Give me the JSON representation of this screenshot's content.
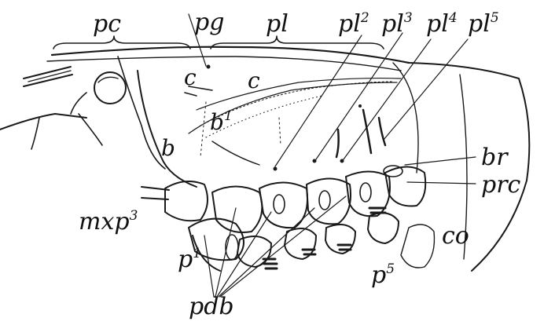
{
  "figure": {
    "labels": {
      "pc": "pc",
      "pg": "pg",
      "pl": "pl",
      "c_upper": "c",
      "c_lower": "c",
      "b": "b",
      "b1_base": "b",
      "b1_sup": "1",
      "pl2_base": "pl",
      "pl2_sup": "2",
      "pl3_base": "pl",
      "pl3_sup": "3",
      "pl4_base": "pl",
      "pl4_sup": "4",
      "pl5_base": "pl",
      "pl5_sup": "5",
      "br": "br",
      "prc": "prc",
      "co": "co",
      "mxp3_base": "mxp",
      "mxp3_sup": "3",
      "p1_base": "p",
      "p1_sup": "1",
      "p5_base": "p",
      "p5_sup": "5",
      "pdb": "pdb"
    }
  }
}
